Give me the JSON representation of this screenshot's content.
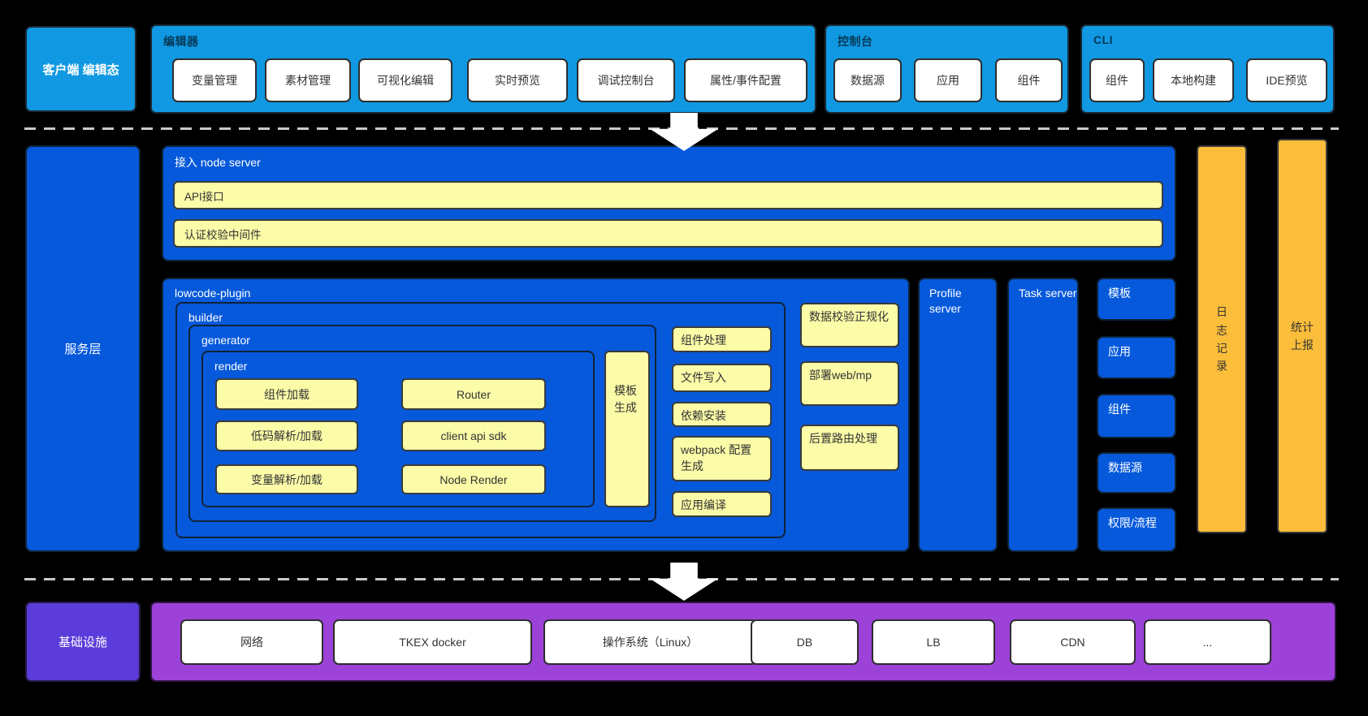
{
  "colors": {
    "background": "#000000",
    "light_blue": "#1098E2",
    "primary_blue": "#0659DB",
    "pale_yellow": "#FBFBA8",
    "orange": "#FBBE3A",
    "indigo": "#5B3BD9",
    "purple": "#9C42D9"
  },
  "top": {
    "client_label": "客户端 编辑态",
    "editor": {
      "title": "编辑器",
      "buttons": [
        "变量管理",
        "素材管理",
        "可视化编辑",
        "实时预览",
        "调试控制台",
        "属性/事件配置"
      ]
    },
    "console": {
      "title": "控制台",
      "buttons": [
        "数据源",
        "应用",
        "组件"
      ]
    },
    "cli": {
      "title": "CLI",
      "buttons": [
        "组件",
        "本地构建",
        "IDE预览"
      ]
    }
  },
  "service": {
    "layer_label": "服务层",
    "node_server": {
      "title": "接入 node server",
      "bars": [
        "API接口",
        "认证校验中间件"
      ]
    },
    "lowcode_plugin": {
      "title": "lowcode-plugin",
      "builder_title": "builder",
      "generator_title": "generator",
      "render": {
        "title": "render",
        "left_items": [
          "组件加载",
          "低码解析/加载",
          "变量解析/加载"
        ],
        "right_items": [
          "Router",
          "client api sdk",
          "Node Render"
        ]
      },
      "template_gen": "模板\n生成",
      "builder_tasks": [
        "组件处理",
        "文件写入",
        "依赖安装",
        "webpack 配置生成",
        "应用编译"
      ],
      "plugin_tasks": [
        "数据校验正规化",
        "部署web/mp",
        "后置路由处理"
      ]
    },
    "profile_server": "Profile server",
    "task_server": "Task server",
    "resources": [
      "模板",
      "应用",
      "组件",
      "数据源",
      "权限/流程"
    ],
    "log_bar": "日\n志\n记\n录",
    "stats_bar": "统计\n上报"
  },
  "infra": {
    "label": "基础设施",
    "items": [
      "网络",
      "TKEX docker",
      "操作系统（Linux）",
      "DB",
      "LB",
      "CDN",
      "..."
    ]
  }
}
